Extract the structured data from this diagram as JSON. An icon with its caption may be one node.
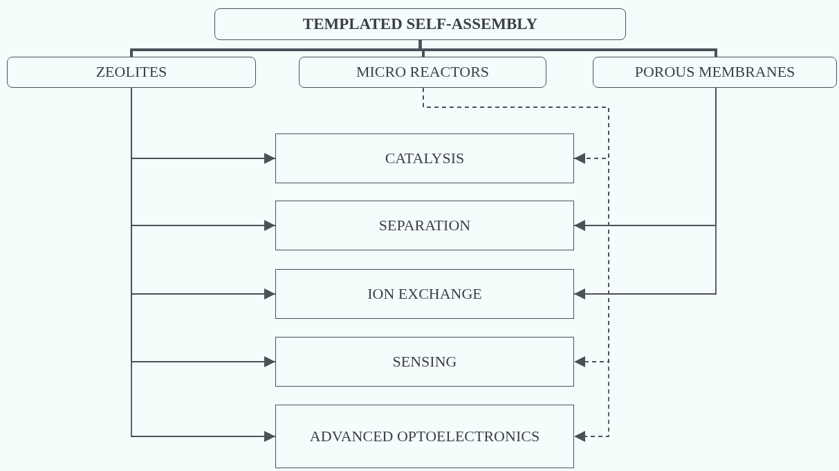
{
  "diagram": {
    "nodes": [
      {
        "text": [
          "TEMPLATED SELF-ASSEMBLY"
        ]
      },
      {
        "text": [
          "ZEOLITES"
        ]
      },
      {
        "text": [
          "MICRO REACTORS"
        ]
      },
      {
        "text": [
          "POROUS MEMBRANES"
        ]
      },
      {
        "text": [
          "CATALYSIS"
        ]
      },
      {
        "text": [
          "SEPARATION"
        ]
      },
      {
        "text": [
          "ION EXCHANGE"
        ]
      },
      {
        "text": [
          "SENSING"
        ]
      },
      {
        "text": [
          "ADVANCED OPTOELECTRONICS"
        ]
      }
    ],
    "edges": [
      {
        "from": 0,
        "to": 1,
        "arrow": "none",
        "style": "thick"
      },
      {
        "from": 0,
        "to": 2,
        "arrow": "none",
        "style": "thick"
      },
      {
        "from": 0,
        "to": 3,
        "arrow": "none",
        "style": "thick"
      },
      {
        "from": 1,
        "to": 4,
        "arrow": "to"
      },
      {
        "from": 1,
        "to": 5,
        "arrow": "to"
      },
      {
        "from": 1,
        "to": 6,
        "arrow": "to"
      },
      {
        "from": 1,
        "to": 7,
        "arrow": "to"
      },
      {
        "from": 1,
        "to": 8,
        "arrow": "to"
      },
      {
        "from": 2,
        "to": 4,
        "arrow": "to",
        "style": "dashed"
      },
      {
        "from": 2,
        "to": 7,
        "arrow": "to",
        "style": "dashed"
      },
      {
        "from": 2,
        "to": 8,
        "arrow": "to",
        "style": "dashed"
      },
      {
        "from": 3,
        "to": 5,
        "arrow": "to"
      },
      {
        "from": 3,
        "to": 6,
        "arrow": "to"
      }
    ]
  }
}
